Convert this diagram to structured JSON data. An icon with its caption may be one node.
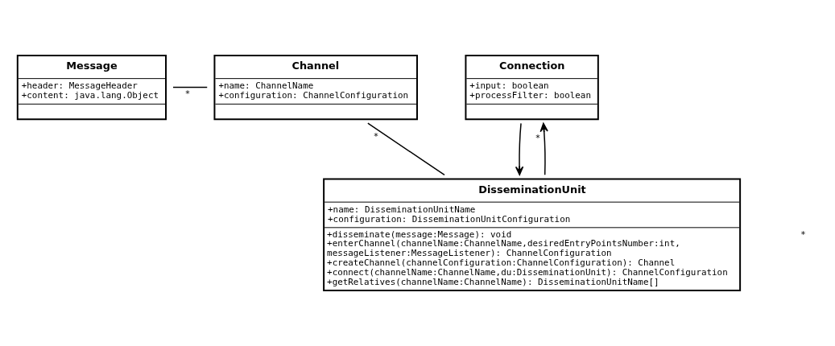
{
  "diagram": {
    "nodes": [
      {
        "text": [
          "Message",
          "+header: MessageHeader",
          "+content: java.lang.Object"
        ]
      },
      {
        "text": [
          "Channel",
          "+name: ChannelName",
          "+configuration: ChannelConfiguration"
        ]
      },
      {
        "text": [
          "Connection",
          "+input: boolean",
          "+processFilter: boolean"
        ]
      },
      {
        "text": [
          "DisseminationUnit",
          "+name: DisseminationUnitName",
          "+configuration: DisseminationUnitConfiguration",
          "+disseminate(message:Message): void",
          "+enterChannel(channelName:ChannelName,desiredEntryPointsNumber:int, messageListener:MessageListener): ChannelConfiguration",
          "+createChannel(channelConfiguration:ChannelConfiguration): Channel",
          "+connect(channelName:ChannelName,du:DisseminationUnit): ChannelConfiguration",
          "+getRelatives(channelName:ChannelName): DisseminationUnitName[]"
        ]
      }
    ],
    "edges": [
      {
        "from": 0,
        "to": 1,
        "arrow": "none",
        "label": "*"
      },
      {
        "from": 1,
        "to": 3,
        "arrow": "none",
        "label": "*"
      },
      {
        "from": 3,
        "to": 2,
        "arrow": "to",
        "label": "*"
      },
      {
        "from": 2,
        "to": 3,
        "arrow": "to"
      }
    ],
    "labels": [
      "*"
    ]
  }
}
